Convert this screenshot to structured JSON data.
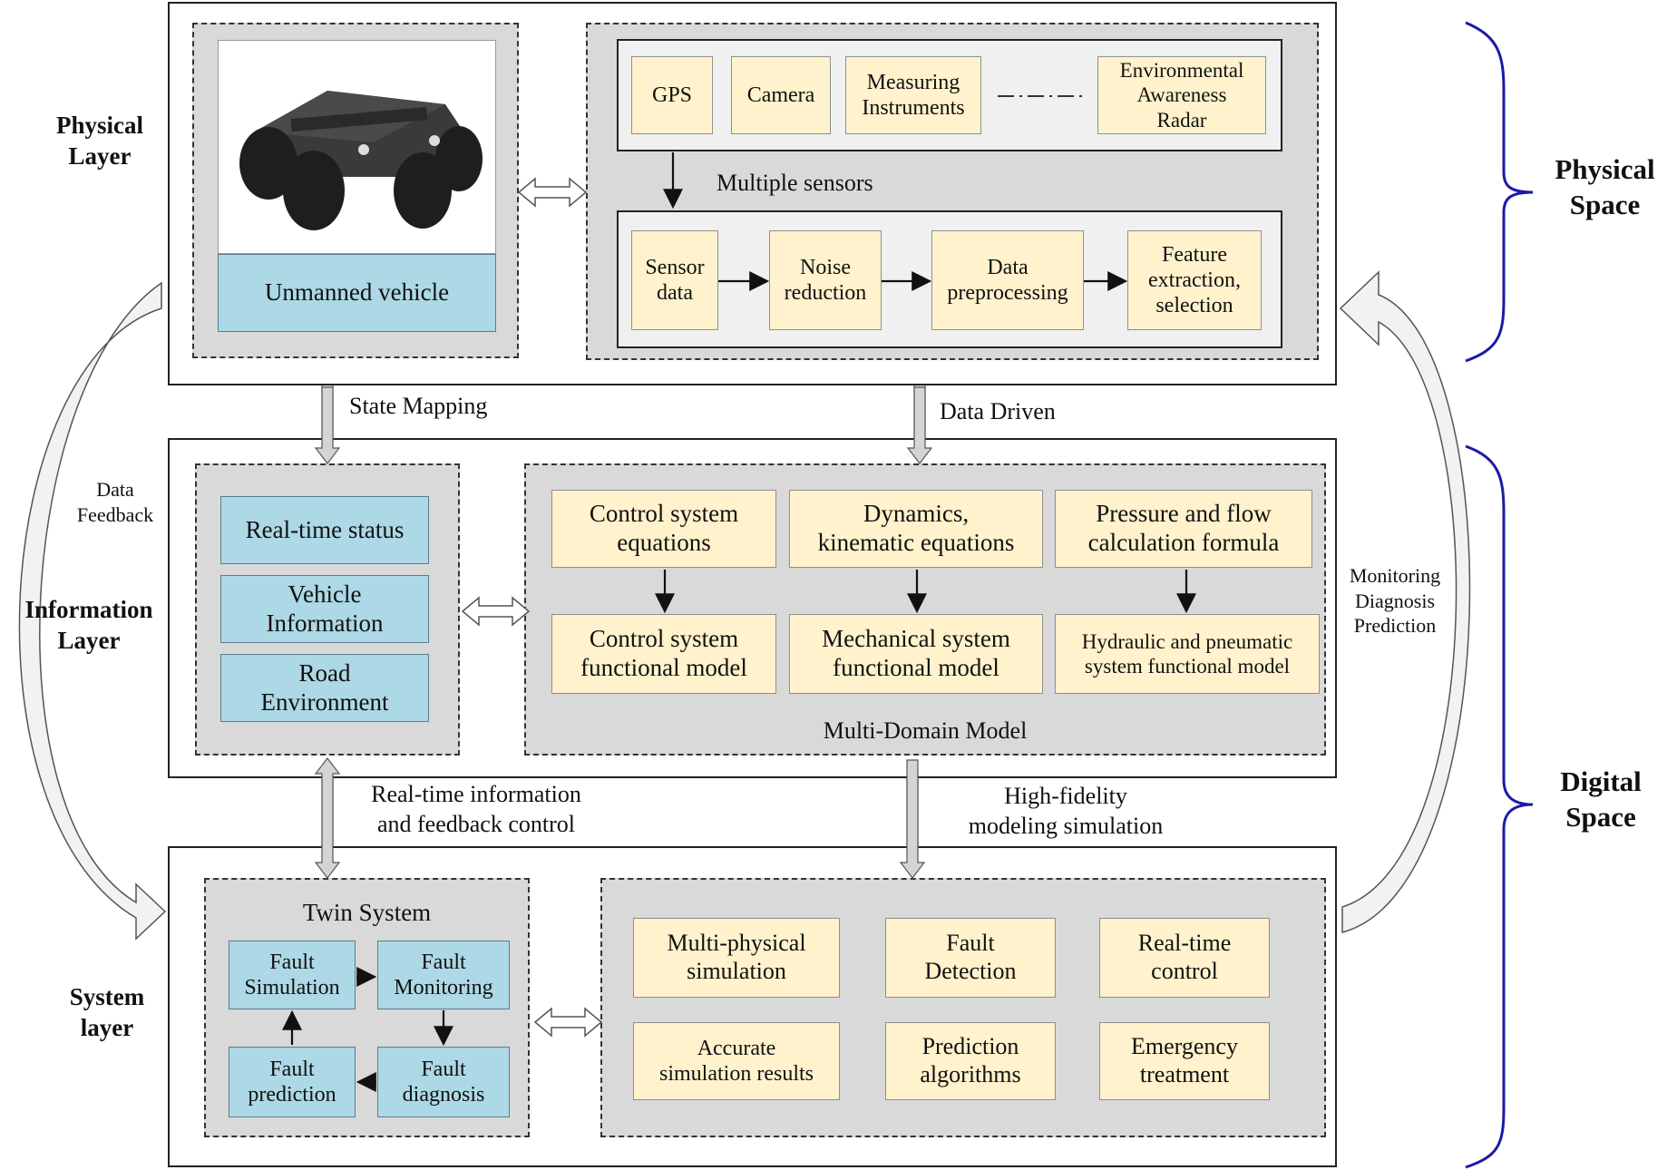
{
  "layers": {
    "physical": "Physical\nLayer",
    "information": "Information\nLayer",
    "system": "System\nlayer"
  },
  "spaces": {
    "physical": "Physical\nSpace",
    "digital": "Digital\nSpace"
  },
  "physical": {
    "vehicle_label": "Unmanned vehicle",
    "sensors": [
      "GPS",
      "Camera",
      "Measuring\nInstruments",
      "Environmental\nAwareness\nRadar"
    ],
    "sensors_caption": "Multiple sensors",
    "pipeline": [
      "Sensor\ndata",
      "Noise\nreduction",
      "Data\npreprocessing",
      "Feature\nextraction,\nselection"
    ]
  },
  "connectors": {
    "state_mapping": "State Mapping",
    "data_driven": "Data Driven",
    "data_feedback": "Data\nFeedback",
    "monitoring": "Monitoring\nDiagnosis\nPrediction",
    "realtime_feedback": "Real-time information\nand feedback control",
    "high_fidelity": "High-fidelity\nmodeling simulation"
  },
  "information": {
    "status_items": [
      "Real-time status",
      "Vehicle\nInformation",
      "Road\nEnvironment"
    ],
    "equations": [
      "Control system\nequations",
      "Dynamics,\nkinematic equations",
      "Pressure and flow\ncalculation formula"
    ],
    "models": [
      "Control system\nfunctional model",
      "Mechanical system\nfunctional model",
      "Hydraulic and pneumatic\nsystem functional model"
    ],
    "multi_domain_caption": "Multi-Domain Model"
  },
  "system": {
    "twin_title": "Twin System",
    "twin_items": [
      "Fault\nSimulation",
      "Fault\nMonitoring",
      "Fault\nprediction",
      "Fault\ndiagnosis"
    ],
    "functions": [
      "Multi-physical\nsimulation",
      "Fault\nDetection",
      "Real-time\ncontrol",
      "Accurate\nsimulation results",
      "Prediction\nalgorithms",
      "Emergency\ntreatment"
    ]
  },
  "colors": {
    "yellow_box": "#fff2cc",
    "blue_box": "#add8e6",
    "dashed_panel": "#d9d9d9",
    "brace": "#1a1aa6"
  }
}
